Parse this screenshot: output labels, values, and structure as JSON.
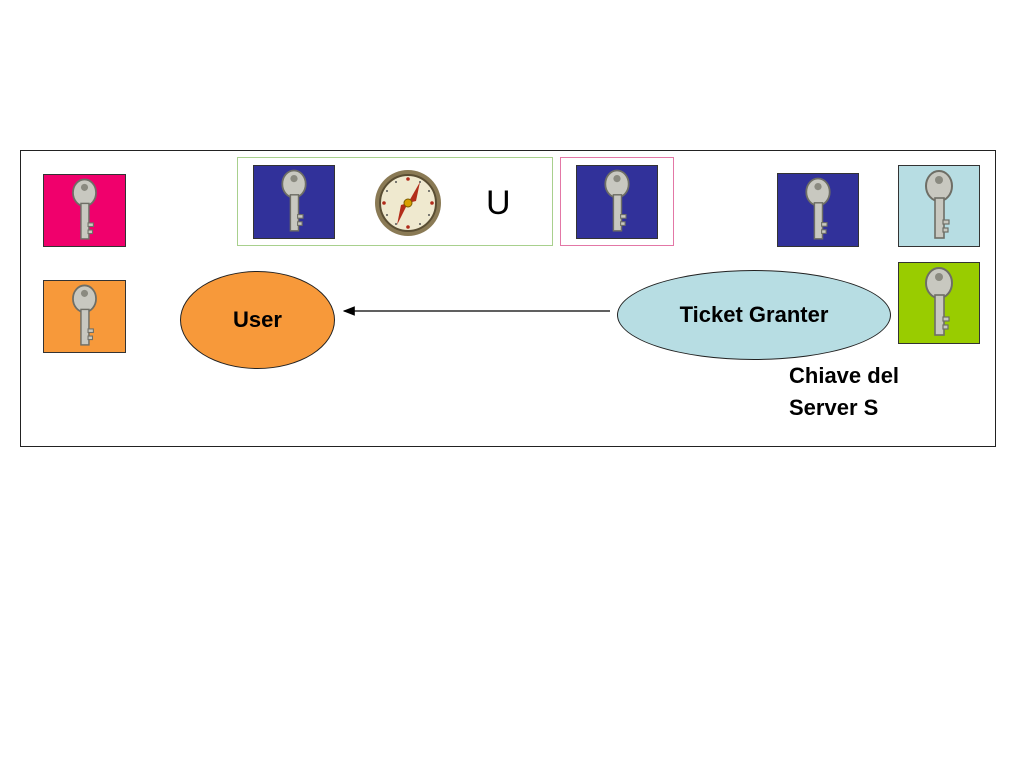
{
  "diagram": {
    "nodes": {
      "user": {
        "label": "User",
        "color": "#f7993a"
      },
      "ticket_granter": {
        "label": "Ticket Granter",
        "color": "#b7dde3"
      }
    },
    "ticket_label": "U",
    "key_caption": "Chiave del\nServer S",
    "colors": {
      "key_magenta": "#f0006c",
      "key_orange": "#f7993a",
      "key_navy": "#31319a",
      "key_lightblue": "#b7dde3",
      "key_green": "#99cc00",
      "ticket_border": "#a8d08d",
      "session_border": "#e377a6"
    },
    "edges": [
      {
        "from": "ticket_granter",
        "to": "user"
      }
    ]
  }
}
